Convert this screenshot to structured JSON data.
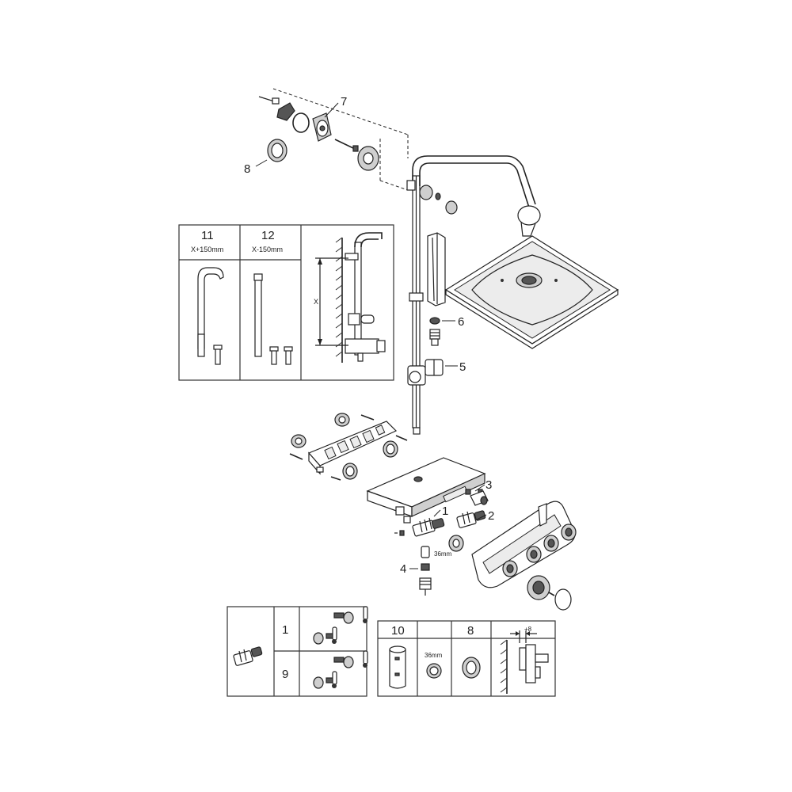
{
  "callouts": {
    "c1": "1",
    "c2": "2",
    "c3": "3",
    "c4": "4",
    "c5": "5",
    "c6": "6",
    "c7": "7",
    "c8": "8"
  },
  "wrench_size_main": "36mm",
  "extension_panel": {
    "col11_number": "11",
    "col11_dim": "X+150mm",
    "col12_number": "12",
    "col12_dim": "X-150mm",
    "dim_x": "X"
  },
  "bottom_panel": {
    "row1_number": "1",
    "row9_number": "9",
    "col10_number": "10",
    "wrench_size": "36mm",
    "col8_number": "8",
    "offset_dim": "+8"
  }
}
